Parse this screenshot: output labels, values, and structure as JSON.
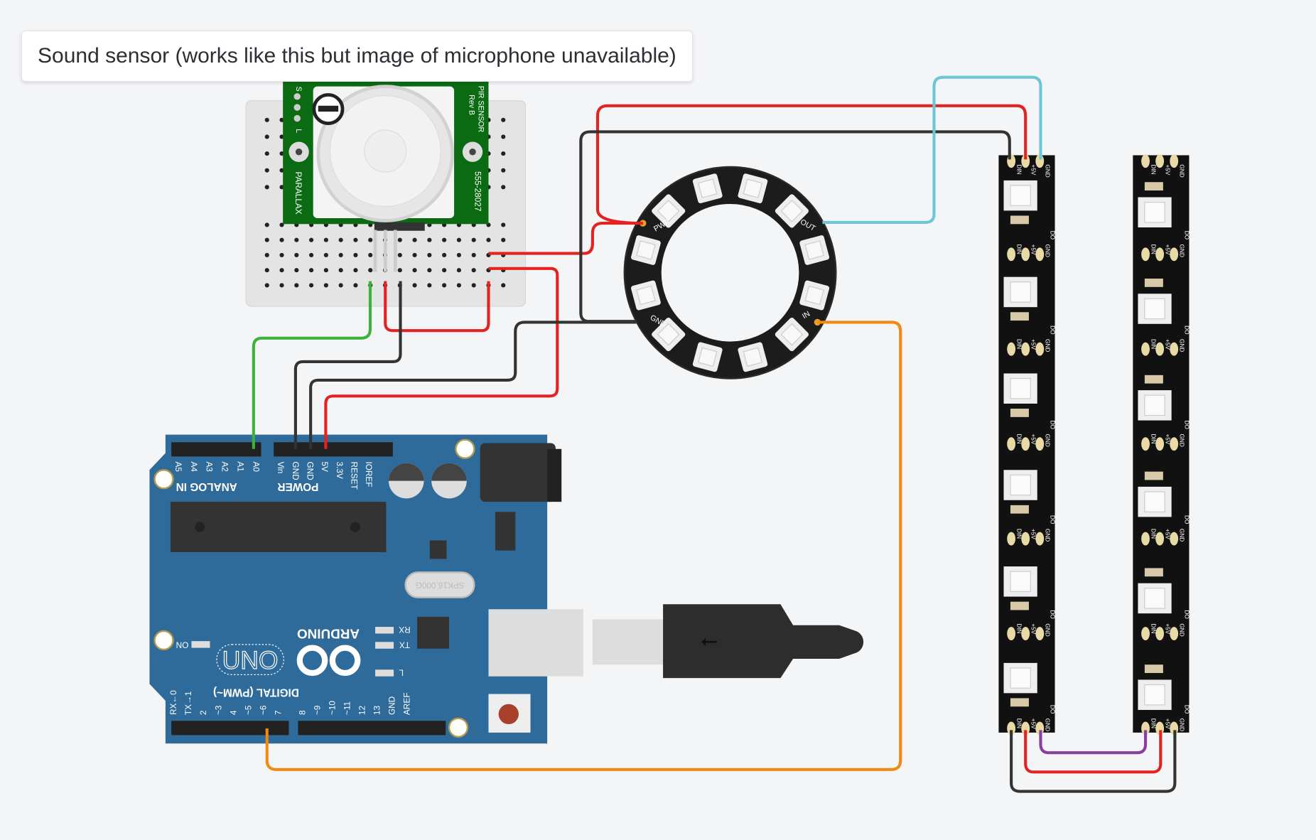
{
  "tooltip": {
    "text": "Sound sensor (works like this but image of microphone unavailable)"
  },
  "pir": {
    "pins": [
      "S",
      "L"
    ],
    "title": "PIR SENSOR",
    "rev": "Rev B",
    "brand": "PARALLAX",
    "part": "555-28027"
  },
  "arduino": {
    "analog_pins": [
      "A5",
      "A4",
      "A3",
      "A2",
      "A1",
      "A0"
    ],
    "analog_header": "ANALOG IN",
    "power_pins": [
      "Vin",
      "GND",
      "GND",
      "5V",
      "3.3V",
      "RESET",
      "IOREF"
    ],
    "power_header": "POWER",
    "digital_pins": [
      "RX←0",
      "TX→1",
      "2",
      "~3",
      "4",
      "~5",
      "~6",
      "7",
      "8",
      "~9",
      "~10",
      "~11",
      "12",
      "13",
      "GND",
      "AREF"
    ],
    "digital_header": "DIGITAL (PWM~)",
    "brand": "ARDUINO",
    "model": "UNO",
    "on_label": "ON",
    "rx_label": "RX",
    "tx_label": "TX",
    "l_label": "L",
    "crystal": "SPK16.000G"
  },
  "ring": {
    "labels": [
      "PWR",
      "OUT",
      "IN",
      "GND"
    ]
  },
  "strip": {
    "din": "DIN",
    "do": "DO",
    "gnd": "GND",
    "v5": "+5V"
  },
  "colors": {
    "background": "#f4f5f7",
    "arduino": "#2f6b9a",
    "pir_pcb": "#0b6b12",
    "wire_red": "#e32222",
    "wire_black": "#333333",
    "wire_green": "#3bb33b",
    "wire_cyan": "#6cc6d6",
    "wire_orange": "#f08a12",
    "wire_purple": "#8a3fa0"
  }
}
